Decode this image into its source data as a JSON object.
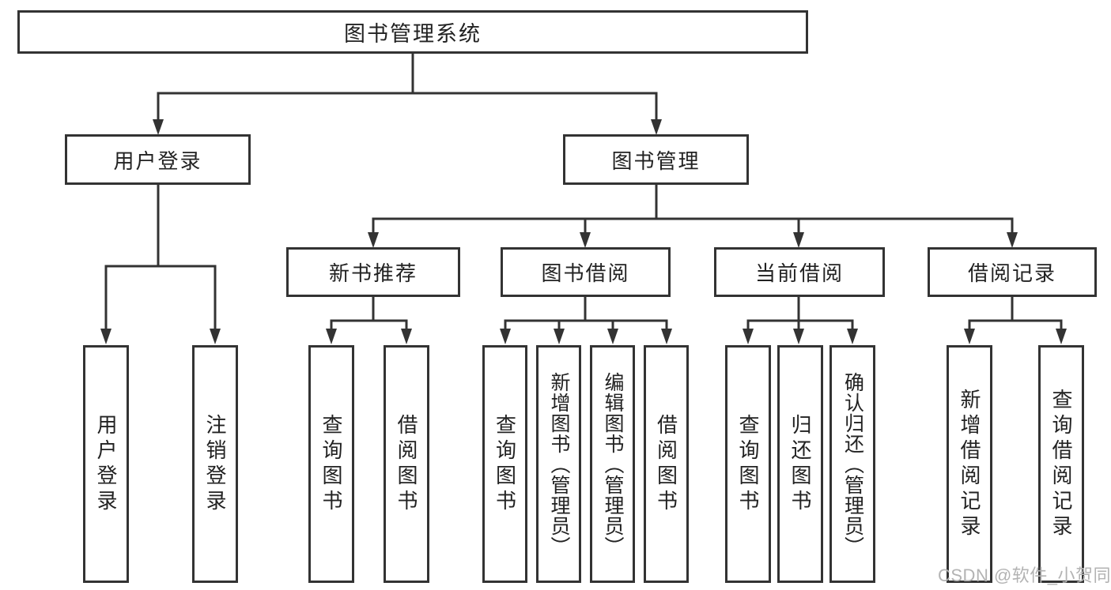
{
  "diagram": {
    "root": {
      "label": "图书管理系统"
    },
    "level1": [
      {
        "label": "用户登录"
      },
      {
        "label": "图书管理"
      }
    ],
    "level2": [
      {
        "label": "新书推荐"
      },
      {
        "label": "图书借阅"
      },
      {
        "label": "当前借阅"
      },
      {
        "label": "借阅记录"
      }
    ],
    "leaves": {
      "user_login": [
        "用户登录",
        "注销登录"
      ],
      "new_book": [
        "查询图书",
        "借阅图书"
      ],
      "book_borrow": [
        "查询图书",
        "新增图书（管理员）",
        "编辑图书（管理员）",
        "借阅图书"
      ],
      "current_borrow": [
        "查询图书",
        "归还图书",
        "确认归还（管理员）"
      ],
      "borrow_record": [
        "新增借阅记录",
        "查询借阅记录"
      ]
    },
    "watermark": "CSDN @软件_小贺同学",
    "colors": {
      "line": "#333333",
      "text": "#222222",
      "box_fill": "#ffffff",
      "watermark": "#b3b3b3",
      "background": "#ffffff"
    }
  }
}
